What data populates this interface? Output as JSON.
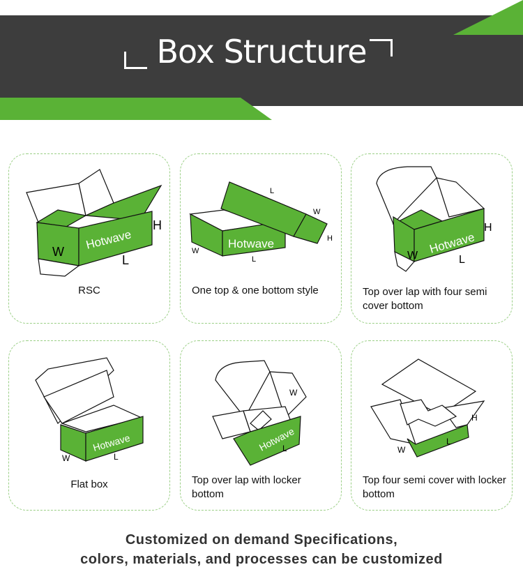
{
  "header": {
    "title": "Box Structure"
  },
  "styles": [
    {
      "caption": "RSC",
      "brand": "Hotwave",
      "labels": {
        "w": "W",
        "l": "L",
        "h": "H"
      }
    },
    {
      "caption": "One top & one bottom style",
      "brand": "Hotwave",
      "labels": {
        "w": "W",
        "l": "L",
        "h": "H",
        "l2": "L",
        "w2": "W"
      }
    },
    {
      "caption": "Top over lap with four semi cover bottom",
      "brand": "Hotwave",
      "labels": {
        "w": "W",
        "l": "L",
        "h": "H"
      }
    },
    {
      "caption": "Flat box",
      "brand": "Hotwave",
      "labels": {
        "w": "W",
        "l": "L"
      }
    },
    {
      "caption": "Top over lap with locker bottom",
      "brand": "Hotwave",
      "labels": {
        "w": "W",
        "l": "L"
      }
    },
    {
      "caption": "Top four semi cover with locker bottom",
      "labels": {
        "w": "W",
        "l": "L",
        "h": "H"
      }
    }
  ],
  "footer": {
    "line1": "Customized on demand Specifications,",
    "line2": "colors, materials, and processes can be customized"
  },
  "colors": {
    "banner": "#3d3d3d",
    "accent": "#5ab236",
    "dash": "#9bcf86"
  }
}
